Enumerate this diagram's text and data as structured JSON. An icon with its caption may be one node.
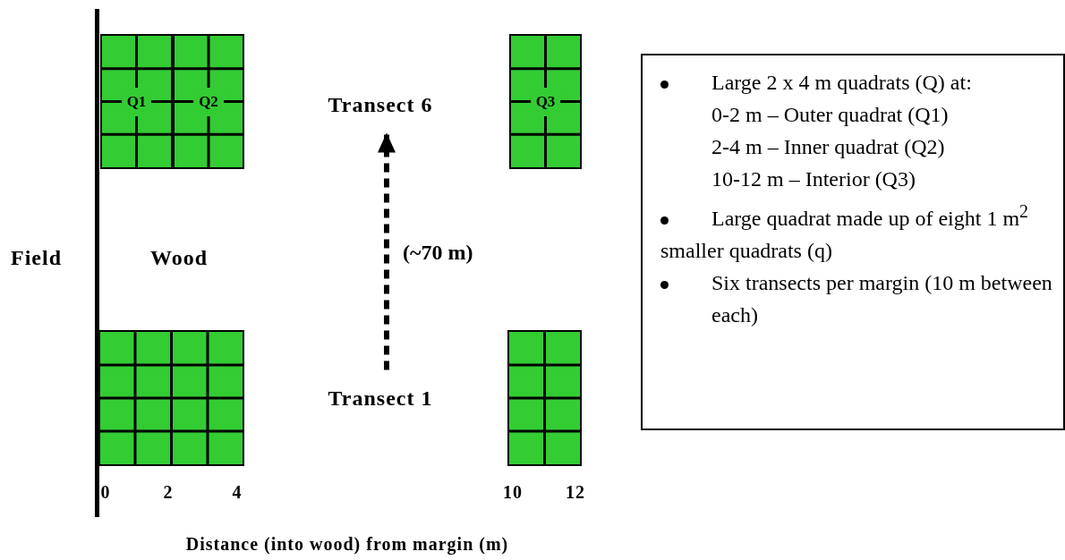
{
  "diagram": {
    "nodes": [
      {
        "text": [
          "Q1"
        ]
      },
      {
        "text": [
          "Q2"
        ]
      },
      {
        "text": [
          "Transect 6"
        ]
      },
      {
        "text": [
          "Q3"
        ]
      },
      {
        "text": [
          "Large 2 x 4 m quadrats (Q) at:",
          "0-2 m – Outer quadrat (Q1)",
          "2-4 m – Inner quadrat (Q2)",
          "10-12 m – Interior (Q3)",
          "Large quadrat made up of eight 1 m$^{2}$ smaller quadrats (q)",
          "Six transects per margin (10 m between each)"
        ]
      },
      {
        "text": [
          "Transect 1"
        ]
      },
      {
        "text": [],
        "shape": "box"
      },
      {
        "text": [],
        "shape": "box"
      },
      {
        "text": [],
        "shape": "box"
      }
    ],
    "edges": [
      {
        "from": 5,
        "to": 2,
        "arrow": "to",
        "style": "dashed",
        "label": "(~70 m)"
      }
    ],
    "labels": [
      "Field",
      "Wood",
      "0",
      "2",
      "4",
      "10",
      "12",
      "Distance (into wood) from margin (m)"
    ]
  }
}
